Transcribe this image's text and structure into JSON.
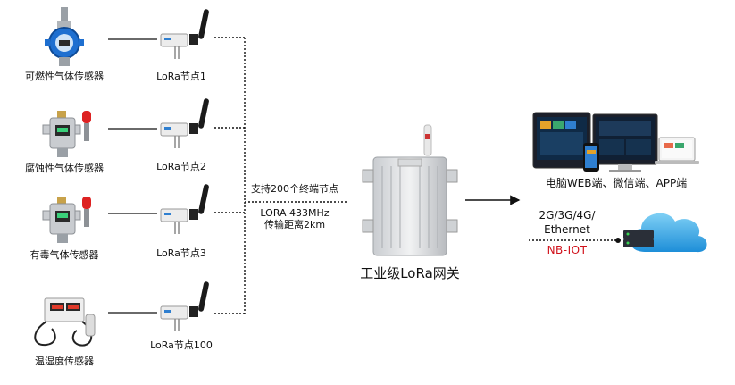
{
  "sensors": [
    {
      "label": "可燃性气体传感器",
      "type": "combustible"
    },
    {
      "label": "腐蚀性气体传感器",
      "type": "corrosive"
    },
    {
      "label": "有毒气体传感器",
      "type": "toxic"
    },
    {
      "label": "温湿度传感器",
      "type": "temp-humidity"
    }
  ],
  "nodes": [
    {
      "label": "LoRa节点1"
    },
    {
      "label": "LoRa节点2"
    },
    {
      "label": "LoRa节点3"
    },
    {
      "label": "LoRa节点100"
    }
  ],
  "link": {
    "line1": "支持200个终端节点",
    "line2": "LORA 433MHz",
    "line3": "传输距离2km"
  },
  "gateway": {
    "label": "工业级LoRa网关"
  },
  "platforms": {
    "label": "电脑WEB端、微信端、APP端"
  },
  "cloud": {
    "line1": "2G/3G/4G/",
    "line2": "Ethernet",
    "protocol": "NB-IOT"
  },
  "colors": {
    "line": "#111111",
    "nbiot": "#d0101a",
    "cloud": "#2f9fe0",
    "sensor_blue": "#1e6fd0"
  }
}
